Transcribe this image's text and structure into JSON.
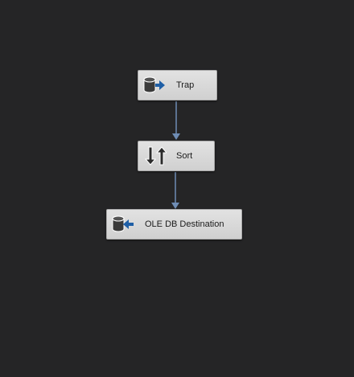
{
  "canvas": {
    "background": "#252526",
    "connector_color": "#6f8db5"
  },
  "nodes": {
    "trap": {
      "label": "Trap",
      "icon": "database-source-icon"
    },
    "sort": {
      "label": "Sort",
      "icon": "sort-arrows-icon"
    },
    "destination": {
      "label": "OLE DB Destination",
      "icon": "database-destination-icon"
    }
  }
}
